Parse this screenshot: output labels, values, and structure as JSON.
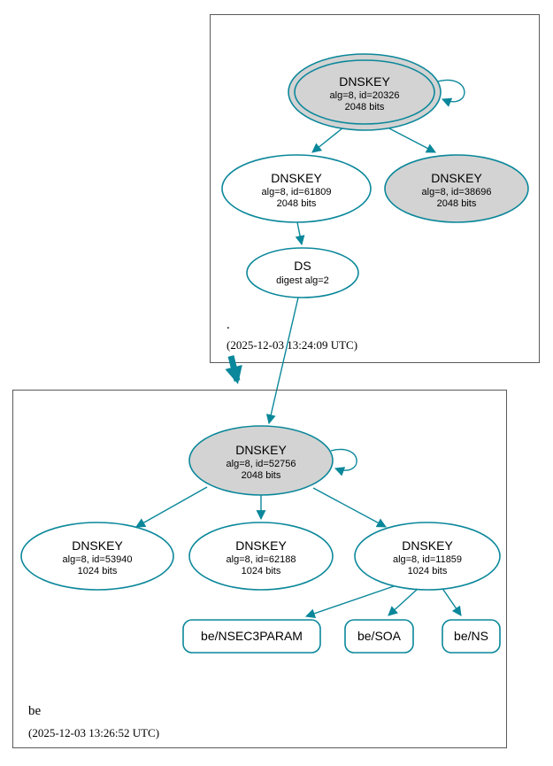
{
  "colors": {
    "edge": "#0a879a",
    "node_border": "#0a879a",
    "ksk_fill": "#d3d3d3",
    "zsk_fill": "#ffffff",
    "box_border": "#5a5a5a"
  },
  "zones": {
    "root": {
      "label": ".",
      "timestamp": "(2025-12-03 13:24:09 UTC)"
    },
    "be": {
      "label": "be",
      "timestamp": "(2025-12-03 13:26:52 UTC)"
    }
  },
  "nodes": {
    "root_ksk": {
      "type": "DNSKEY",
      "meta": "alg=8, id=20326",
      "size": "2048 bits"
    },
    "root_zsk": {
      "type": "DNSKEY",
      "meta": "alg=8, id=61809",
      "size": "2048 bits"
    },
    "root_key2": {
      "type": "DNSKEY",
      "meta": "alg=8, id=38696",
      "size": "2048 bits"
    },
    "ds": {
      "type": "DS",
      "meta": "digest alg=2"
    },
    "be_ksk": {
      "type": "DNSKEY",
      "meta": "alg=8, id=52756",
      "size": "2048 bits"
    },
    "be_zsk1": {
      "type": "DNSKEY",
      "meta": "alg=8, id=53940",
      "size": "1024 bits"
    },
    "be_zsk2": {
      "type": "DNSKEY",
      "meta": "alg=8, id=62188",
      "size": "1024 bits"
    },
    "be_zsk3": {
      "type": "DNSKEY",
      "meta": "alg=8, id=11859",
      "size": "1024 bits"
    }
  },
  "rrsets": {
    "nsec3param": {
      "label": "be/NSEC3PARAM"
    },
    "soa": {
      "label": "be/SOA"
    },
    "ns": {
      "label": "be/NS"
    }
  }
}
